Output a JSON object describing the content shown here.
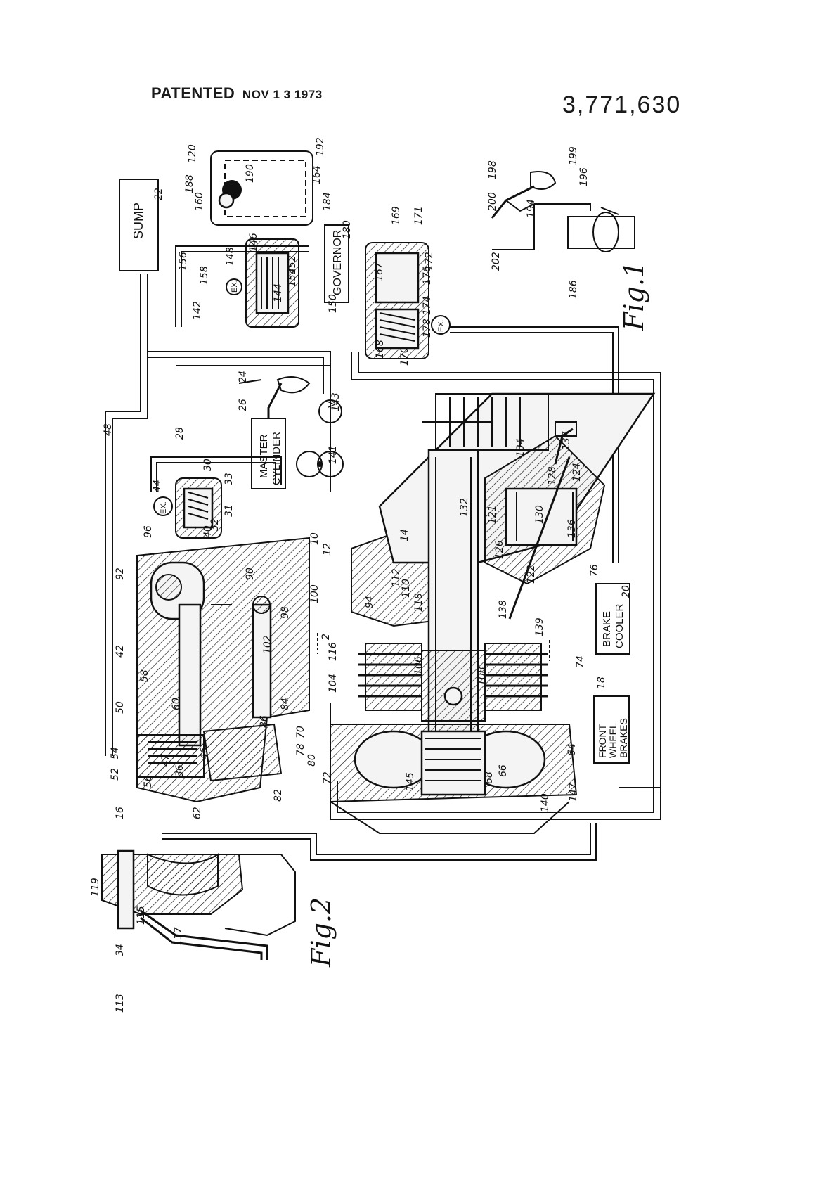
{
  "header": {
    "patented_label": "PATENTED",
    "patented_date": "NOV 1 3 1973",
    "patent_number": "3,771,630"
  },
  "boxes": {
    "sump": "SUMP",
    "governor": "GOVERNOR",
    "master_cylinder_1": "MASTER",
    "master_cylinder_2": "CYLINDER",
    "brake_cooler_1": "BRAKE",
    "brake_cooler_2": "COOLER",
    "front_wheel_brakes_1": "FRONT",
    "front_wheel_brakes_2": "WHEEL",
    "front_wheel_brakes_3": "BRAKES",
    "valve_v": "V",
    "exhaust": "EX."
  },
  "figures": {
    "fig1": "Fig.1",
    "fig2": "Fig.2"
  },
  "reference_numerals": {
    "n120": "120",
    "n22": "22",
    "n188": "188",
    "n192": "192",
    "n160": "160",
    "n190": "190",
    "n164": "164",
    "n184": "184",
    "n156": "156",
    "n158": "158",
    "n148": "148",
    "n146": "146",
    "n152": "152",
    "n154": "154",
    "n144": "144",
    "n150": "150",
    "n142": "142",
    "n180": "180",
    "n169": "169",
    "n171": "171",
    "n172": "172",
    "n176": "176",
    "n174": "174",
    "n178": "178",
    "n170": "170",
    "n168": "168",
    "n167": "167",
    "n198": "198",
    "n199": "199",
    "n196": "196",
    "n200": "200",
    "n194": "194",
    "n202": "202",
    "n186": "186",
    "n24": "24",
    "n26": "26",
    "n28": "28",
    "n143": "143",
    "n141": "141",
    "n48": "48",
    "n30": "30",
    "n33": "33",
    "n31": "31",
    "n32": "32",
    "n44": "44",
    "n96": "96",
    "n40": "40",
    "n10": "10",
    "n12": "12",
    "n14": "14",
    "n137": "137",
    "n134": "134",
    "n128": "128",
    "n124": "124",
    "n130": "130",
    "n132": "132",
    "n121": "121",
    "n136": "136",
    "n126": "126",
    "n122": "122",
    "n92": "92",
    "n90": "90",
    "n100": "100",
    "n98": "98",
    "n94": "94",
    "n112": "112",
    "n110": "110",
    "n118": "118",
    "n138": "138",
    "n139": "139",
    "n2": "2",
    "n76": "76",
    "n20": "20",
    "n42": "42",
    "n58": "58",
    "n102": "102",
    "n116": "116",
    "n104": "104",
    "n106": "106",
    "n108": "108",
    "n74": "74",
    "n18": "18",
    "n50": "50",
    "n60": "60",
    "n46": "46",
    "n84": "84",
    "n86": "86",
    "n70": "70",
    "n54": "54",
    "n52": "52",
    "n56": "56",
    "n47": "47",
    "n36": "36",
    "n78": "78",
    "n80": "80",
    "n72": "72",
    "n64": "64",
    "n16": "16",
    "n62": "62",
    "n82": "82",
    "n145": "145",
    "n66": "66",
    "n68": "68",
    "n140": "140",
    "n147": "147",
    "n119": "119",
    "n115": "115",
    "n117": "117",
    "n34": "34",
    "n113": "113"
  }
}
